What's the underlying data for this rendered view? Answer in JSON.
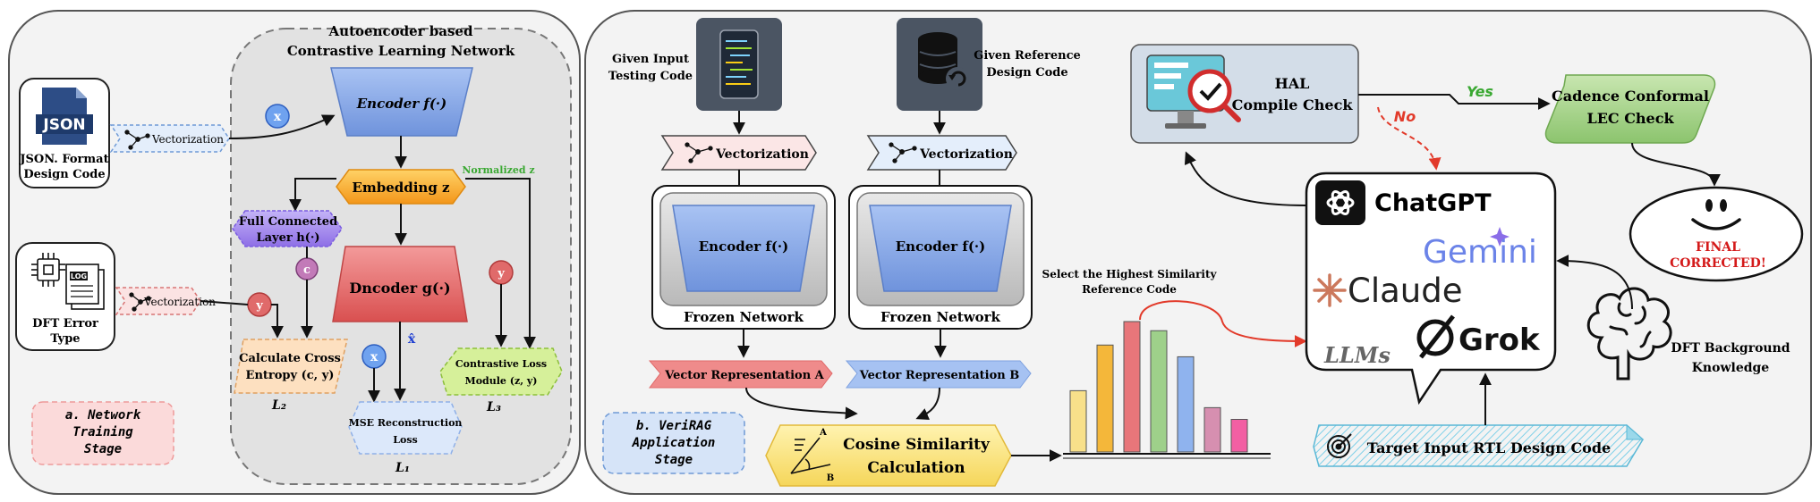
{
  "stage_a": {
    "net_title_1": "Autoencoder based",
    "net_title_2": "Contrastive Learning Network",
    "json_badge": "JSON",
    "json_label_1": "JSON. Format",
    "json_label_2": "Design Code",
    "vectorization_1": "Vectorization",
    "vectorization_2": "Vectorization",
    "dft_label_1": "DFT Error",
    "dft_label_2": "Type",
    "log_badge": "LOG",
    "x_input": "x",
    "encoder": "Encoder f(·)",
    "embedding": "Embedding z",
    "normalized_z": "Normalized z",
    "fc_1": "Full Connected",
    "fc_2": "Layer h(·)",
    "c_circle": "c",
    "y_circle_left": "y",
    "y_circle_right": "y",
    "decoder": "Dncoder g(·)",
    "x_hat": "x̂",
    "x_circle": "x",
    "ce_1": "Calculate Cross",
    "ce_2": "Entropy (c, y)",
    "l2": "L₂",
    "mse_1": "MSE Reconstruction",
    "mse_2": "Loss",
    "l1": "L₁",
    "cl_1": "Contrastive Loss",
    "cl_2": "Module (z, y)",
    "l3": "L₃",
    "stage_1": "a. Network",
    "stage_2": "Training",
    "stage_3": "Stage"
  },
  "stage_b": {
    "input_code_1": "Given Input",
    "input_code_2": "Testing Code",
    "ref_code_1": "Given Reference",
    "ref_code_2": "Design Code",
    "vec_a": "Vectorization",
    "vec_b": "Vectorization",
    "encoder_a": "Encoder f(·)",
    "encoder_b": "Encoder f(·)",
    "frozen_a": "Frozen Network",
    "frozen_b": "Frozen Network",
    "rep_a": "Vector Representation A",
    "rep_b": "Vector Representation B",
    "cos_1": "Cosine Similarity",
    "cos_2": "Calculation",
    "angle_a": "A",
    "angle_b": "B",
    "select_1": "Select the Highest Similarity",
    "select_2": "Reference Code",
    "bar_values": [
      0.47,
      0.82,
      1.0,
      0.93,
      0.73,
      0.34,
      0.25
    ],
    "bar_colors": [
      "#f8e08a",
      "#f4b73a",
      "#e8767a",
      "#9ed08a",
      "#8fb3ee",
      "#d68fb0",
      "#f25fa3"
    ],
    "hal_1": "HAL",
    "hal_2": "Compile Check",
    "yes": "Yes",
    "no": "No",
    "cadence_1": "Cadence Conformal",
    "cadence_2": "LEC Check",
    "final_1": "FINAL",
    "final_2": "CORRECTED!",
    "chatgpt": "ChatGPT",
    "gemini": "Gemini",
    "claude": "Claude",
    "grok": "Grok",
    "llms": "LLMs",
    "dft_bg_1": "DFT Background",
    "dft_bg_2": "Knowledge",
    "rtl": "Target Input RTL Design Code",
    "stage_1": "b. VeriRAG",
    "stage_2": "Application",
    "stage_3": "Stage"
  },
  "colors": {
    "encoder": "#8fb0e8",
    "embedding": "#f6a21e",
    "decoder": "#e26464",
    "fc_layer": "#a98ff0",
    "yes_green": "#3aa832",
    "no_red": "#e23a2a",
    "final_red": "#d41a1a",
    "rep_a": "#e97a7a",
    "rep_b": "#8fb3ee"
  }
}
